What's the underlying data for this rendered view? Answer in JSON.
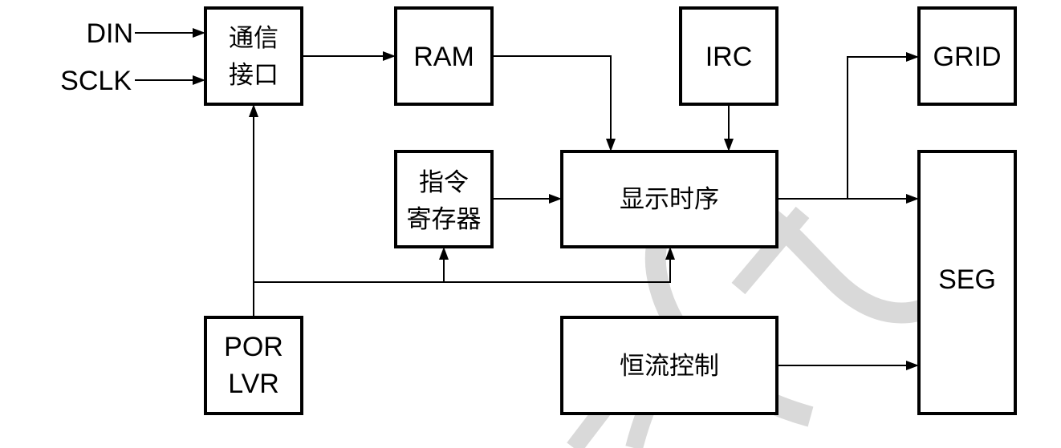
{
  "diagram": {
    "type": "block-diagram",
    "watermark": {
      "shape": "stylized-e-logo",
      "color": "#d9d9d9"
    },
    "inputs": [
      {
        "id": "din",
        "label": "DIN"
      },
      {
        "id": "sclk",
        "label": "SCLK"
      }
    ],
    "blocks": [
      {
        "id": "comm",
        "lines": [
          "通信",
          "接口"
        ]
      },
      {
        "id": "ram",
        "lines": [
          "RAM"
        ]
      },
      {
        "id": "irc",
        "lines": [
          "IRC"
        ]
      },
      {
        "id": "grid",
        "lines": [
          "GRID"
        ]
      },
      {
        "id": "cmdreg",
        "lines": [
          "指令",
          "寄存器"
        ]
      },
      {
        "id": "timing",
        "lines": [
          "显示时序"
        ]
      },
      {
        "id": "seg",
        "lines": [
          "SEG"
        ]
      },
      {
        "id": "por",
        "lines": [
          "POR",
          "LVR"
        ]
      },
      {
        "id": "cc",
        "lines": [
          "恒流控制"
        ]
      }
    ],
    "connections": [
      {
        "from": "din",
        "to": "comm"
      },
      {
        "from": "sclk",
        "to": "comm"
      },
      {
        "from": "comm",
        "to": "ram"
      },
      {
        "from": "ram",
        "to": "timing"
      },
      {
        "from": "irc",
        "to": "timing"
      },
      {
        "from": "cmdreg",
        "to": "timing"
      },
      {
        "from": "timing",
        "to": "grid"
      },
      {
        "from": "timing",
        "to": "seg"
      },
      {
        "from": "cc",
        "to": "seg"
      },
      {
        "from": "por",
        "to": "comm"
      },
      {
        "from": "por",
        "to": "cmdreg"
      },
      {
        "from": "por",
        "to": "timing"
      }
    ]
  }
}
